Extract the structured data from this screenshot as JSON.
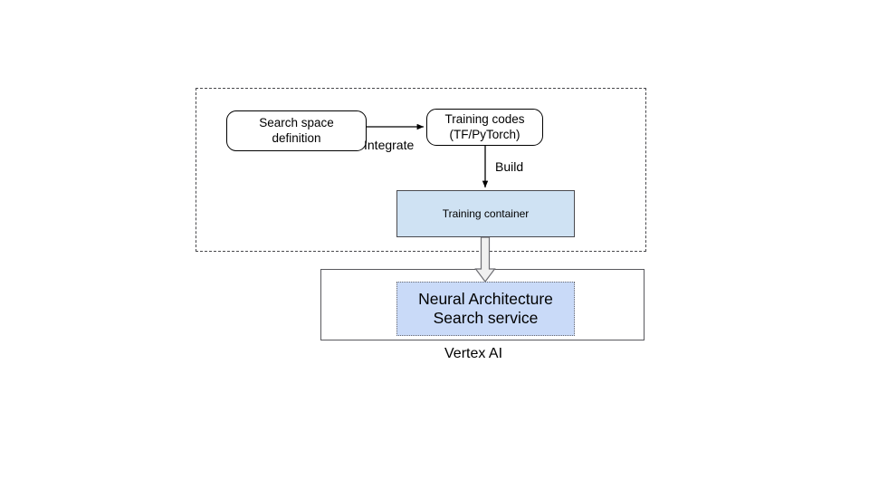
{
  "diagram": {
    "title_caption": "Vertex AI",
    "groups": {
      "pipeline_region": {
        "label": "",
        "border_style": "dashed",
        "border_color": "#49494d"
      },
      "vertex_ai_region": {
        "label": "Vertex AI",
        "border_style": "solid",
        "border_color": "#59595e"
      }
    },
    "nodes": [
      {
        "id": "search-space-definition",
        "text": "Search space\ndefinition",
        "shape": "rounded-rectangle",
        "fill": "#ffffff",
        "stroke": "#000000"
      },
      {
        "id": "training-codes",
        "text": "Training codes\n(TF/PyTorch)",
        "shape": "rounded-rectangle",
        "fill": "#ffffff",
        "stroke": "#000000"
      },
      {
        "id": "training-container",
        "text": "Training container",
        "shape": "rectangle",
        "fill": "#cfe2f3",
        "stroke": "#4a4a4f"
      },
      {
        "id": "neural-architecture-search-service",
        "text": "Neural Architecture\nSearch service",
        "shape": "dotted-rectangle",
        "fill": "#c9daf8",
        "stroke": "#6a6a70"
      }
    ],
    "edges": [
      {
        "id": "integrate-edge",
        "label": "Integrate",
        "from": "search-space-definition",
        "to": "training-codes",
        "style": "thin-arrow"
      },
      {
        "id": "build-edge",
        "label": "Build",
        "from": "training-codes",
        "to": "training-container",
        "style": "thin-arrow"
      },
      {
        "id": "deploy-edge",
        "label": "",
        "from": "training-container",
        "to": "neural-architecture-search-service",
        "style": "block-arrow"
      }
    ],
    "colors": {
      "training_container_fill": "#cfe2f3",
      "nas_service_fill": "#c9daf8",
      "line": "#000000",
      "dashed_border": "#49494d",
      "solid_border": "#59595e",
      "block_arrow_fill": "#f0f0f0",
      "block_arrow_stroke": "#6e6e73"
    }
  }
}
